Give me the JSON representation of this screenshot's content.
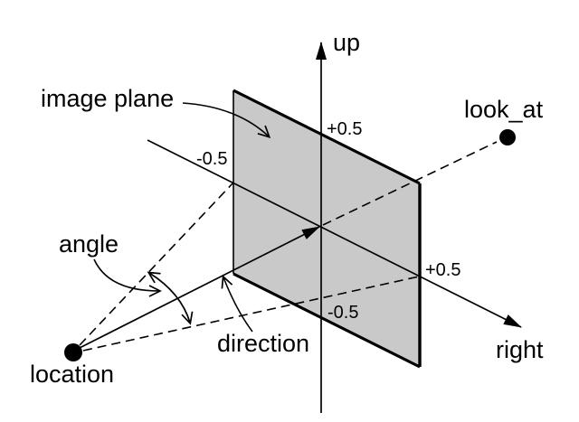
{
  "figure": {
    "type": "camera-geometry-diagram",
    "labels": {
      "image_plane": "image plane",
      "up_axis": "up",
      "right_axis": "right",
      "look_at": "look_at",
      "location": "location",
      "angle": "angle",
      "direction": "direction"
    },
    "axis_ticks": {
      "up_positive": "+0.5",
      "up_negative": "-0.5",
      "right_positive": "+0.5",
      "right_negative": "-0.5"
    },
    "colors": {
      "background": "#ffffff",
      "stroke": "#000000",
      "image_plane_fill": "#c9c9c9"
    }
  }
}
